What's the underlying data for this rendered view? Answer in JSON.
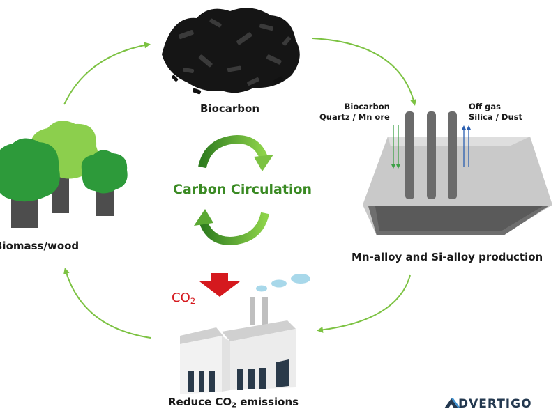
{
  "labels": {
    "biocarbon": "Biocarbon",
    "biomass": "Biomass/wood",
    "mn_alloy": "Mn-alloy and Si-alloy production",
    "inputs_line1": "Biocarbon",
    "inputs_line2": "Quartz / Mn ore",
    "outputs_line1": "Off gas",
    "outputs_line2": "Silica / Dust",
    "carbon_circulation": "Carbon Circulation",
    "co2_prefix": "CO",
    "co2_subscript": "2",
    "reduce_prefix": "Reduce CO",
    "reduce_subscript": "2",
    "reduce_suffix": " emissions"
  },
  "watermark": {
    "text": "DVERTIGO"
  },
  "colors": {
    "arrow_green": "#7cc242",
    "cycle_green": "#3a8a23",
    "co2_red": "#d5191e",
    "tree_dark": "#2d9a3a",
    "tree_light": "#8ccf4d",
    "trunk": "#4d4d4d",
    "furnace": "#c8c8c8",
    "electrode": "#6b6b6b",
    "smoke": "#a8d8ea",
    "brand": "#23384f"
  },
  "icons": [
    "biocarbon-pile-icon",
    "trees-icon",
    "furnace-icon",
    "factory-icon",
    "co2-down-arrow-icon",
    "recycle-arrows-icon",
    "advertigo-logo-icon"
  ]
}
